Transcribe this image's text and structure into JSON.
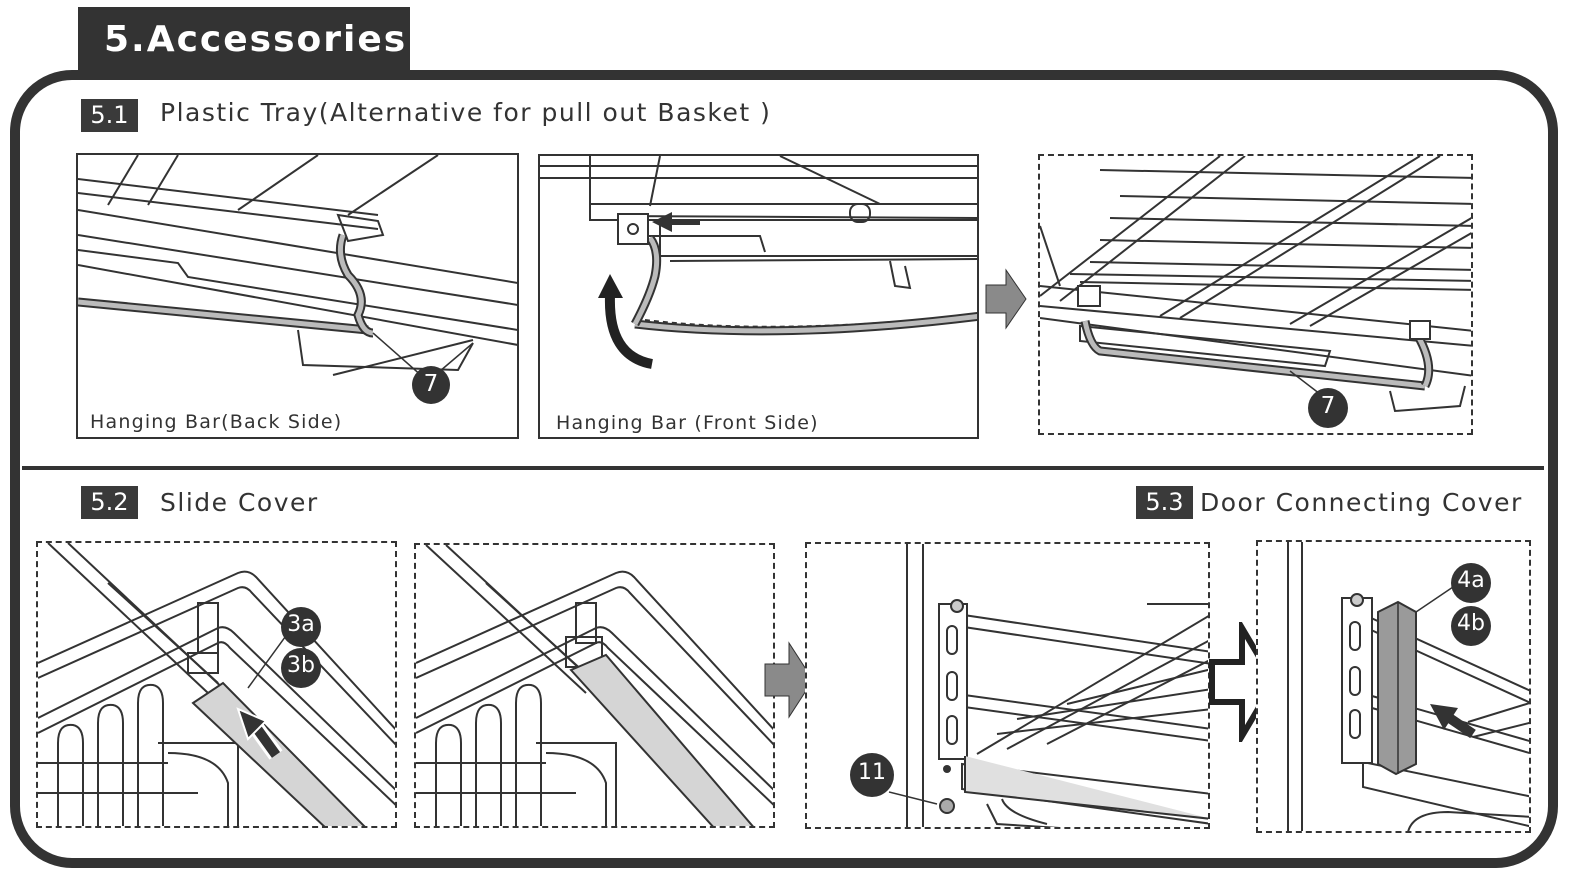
{
  "header": {
    "title": "5.Accessories"
  },
  "sections": {
    "s51": {
      "number": "5.1",
      "title": "Plastic Tray(Alternative for pull out Basket )"
    },
    "s52": {
      "number": "5.2",
      "title": "Slide Cover"
    },
    "s53": {
      "number": "5.3",
      "title": "Door Connecting Cover"
    }
  },
  "panels": {
    "p1": {
      "caption": "Hanging Bar(Back Side)",
      "callout": "7"
    },
    "p2": {
      "caption": "Hanging Bar (Front Side)"
    },
    "p3": {
      "callout": "7"
    },
    "p4": {
      "callout_a": "3a",
      "callout_b": "3b"
    },
    "p6": {
      "callout": "11"
    },
    "p7": {
      "callout_a": "4a",
      "callout_b": "4b"
    }
  },
  "icons": [
    "arrow-right-icon",
    "curved-arrow-icon",
    "push-arrow-icon",
    "outline-arrow-icon"
  ],
  "colors": {
    "dark": "#333333",
    "gray_fill": "#8a8a8a",
    "light_gray": "#cfcfcf"
  }
}
